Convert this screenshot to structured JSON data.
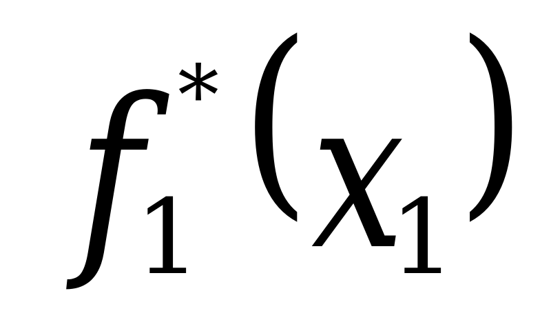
{
  "formula": {
    "function_symbol": "f",
    "function_subscript": "1",
    "superscript": "*",
    "open_paren": "(",
    "variable": "x",
    "variable_subscript": "1",
    "close_paren": ")"
  }
}
